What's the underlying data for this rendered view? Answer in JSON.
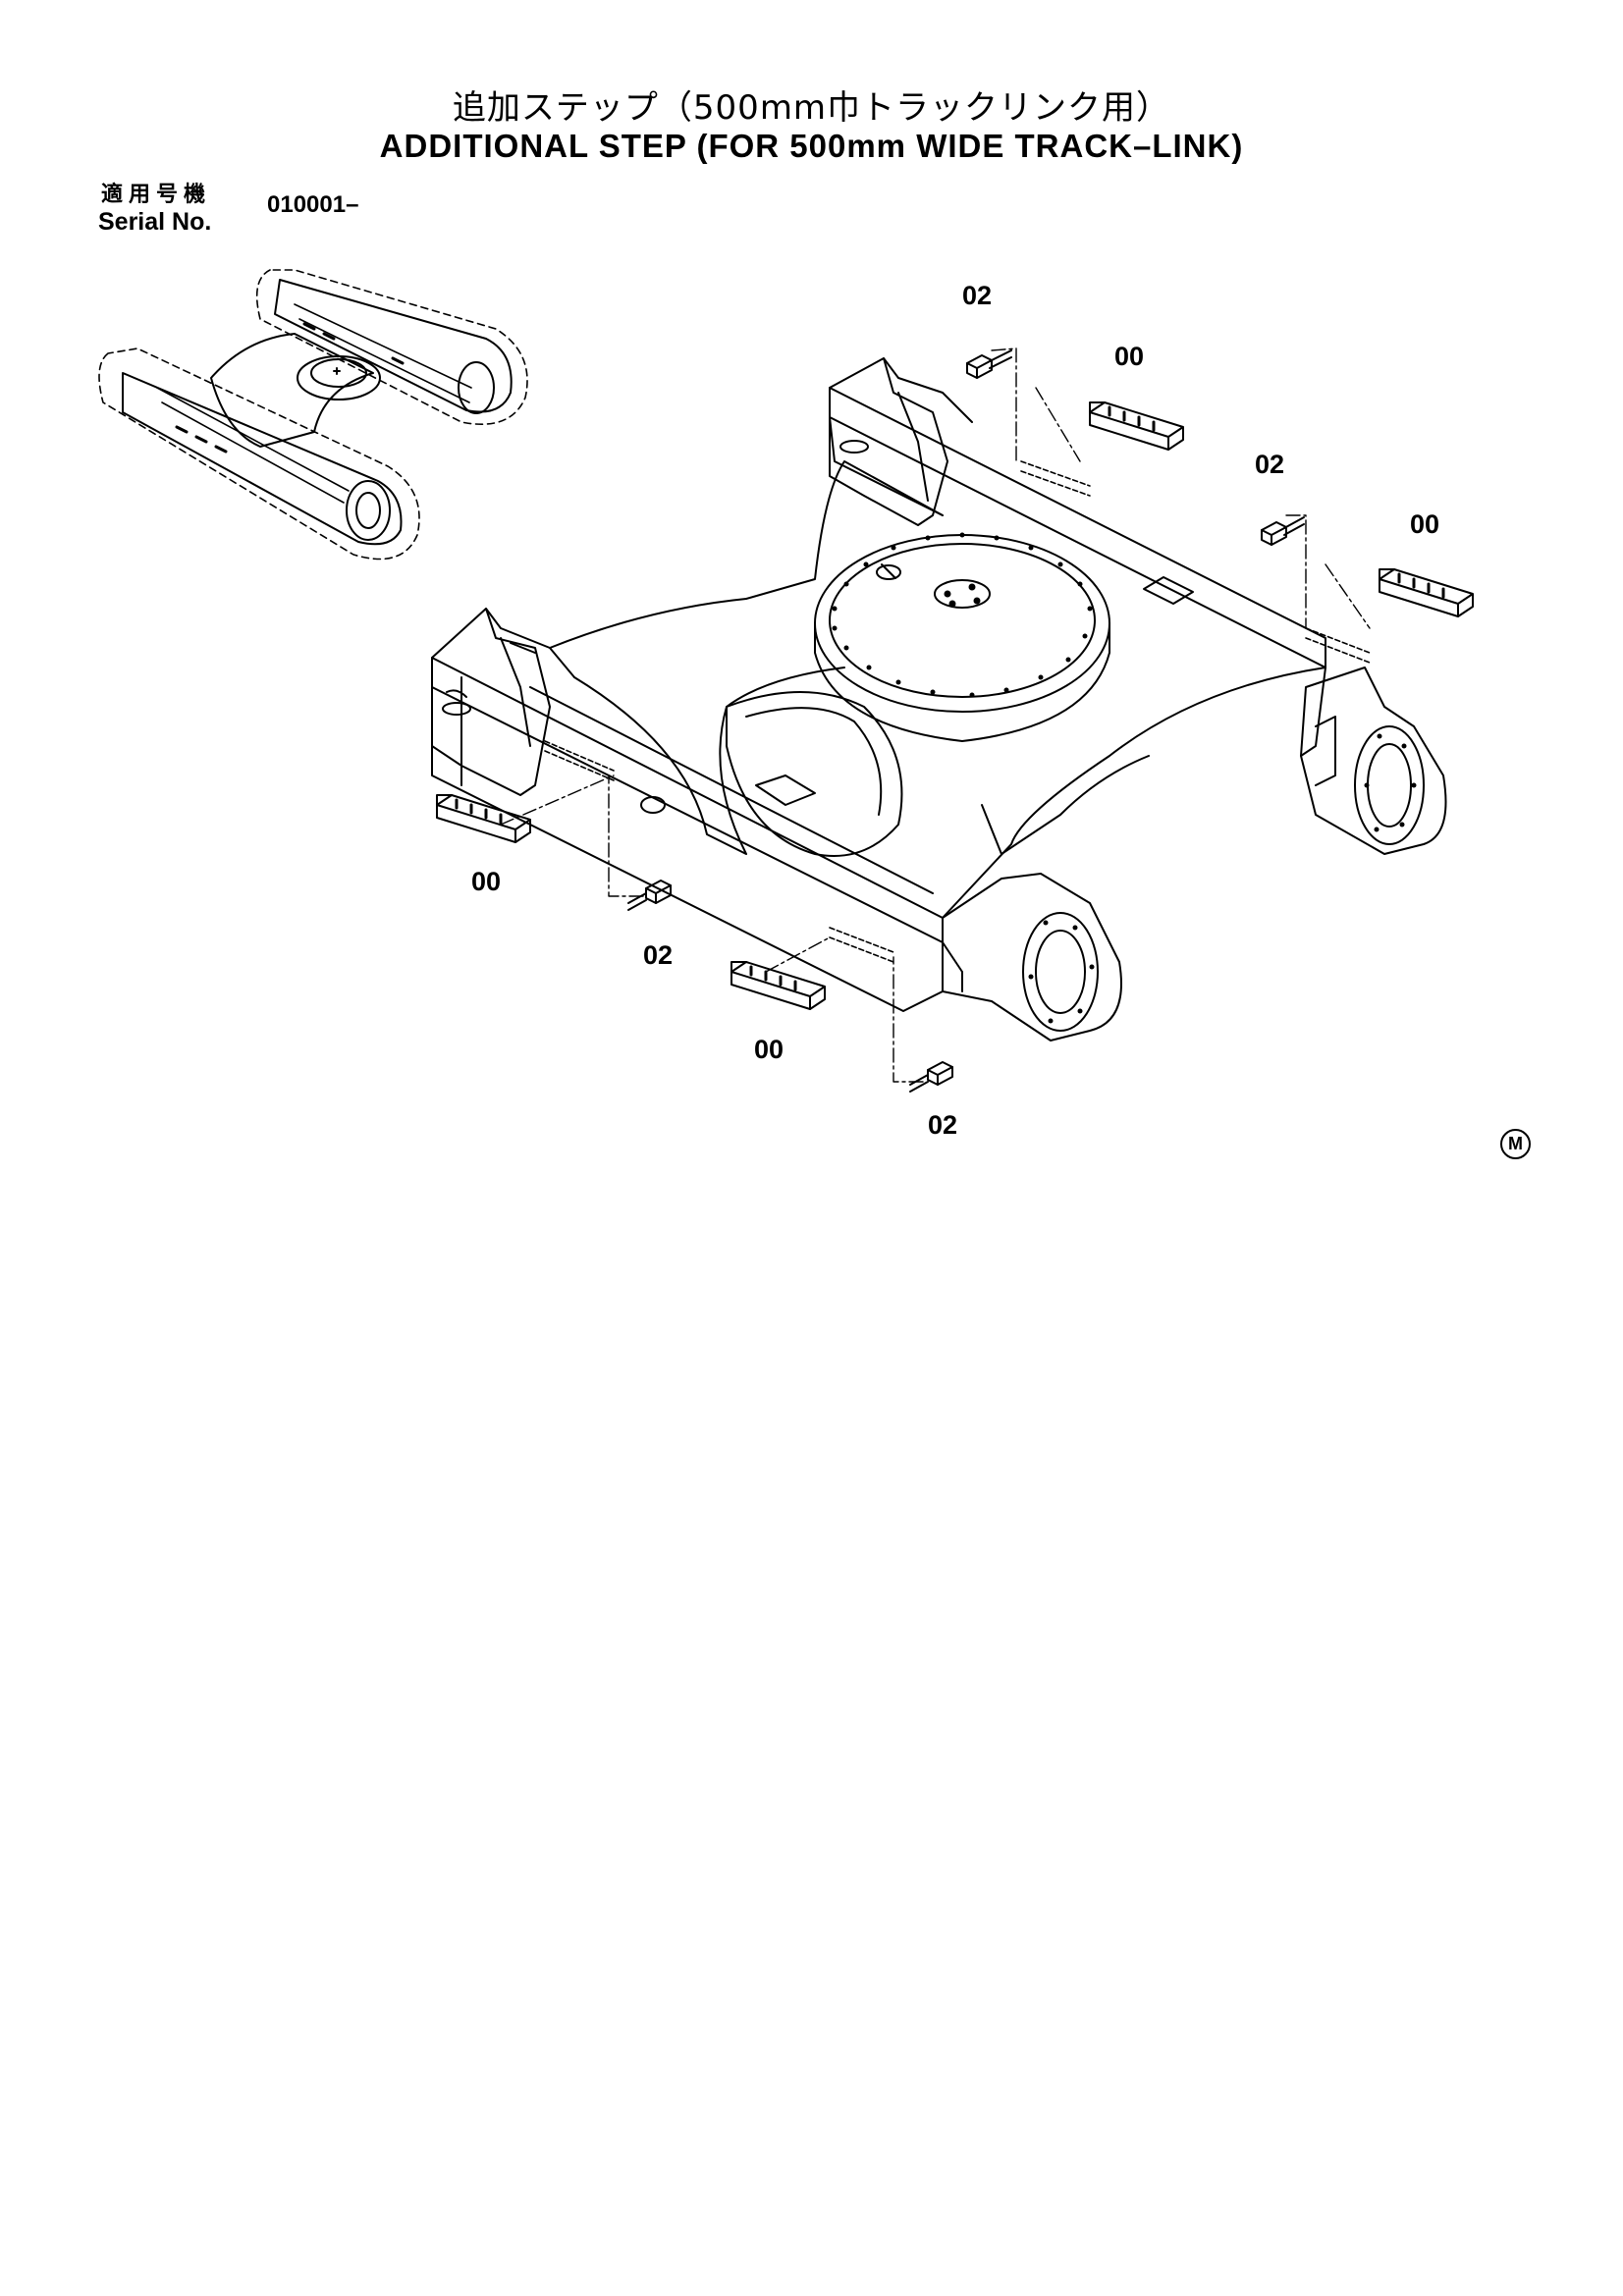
{
  "header": {
    "title_jp": "追加ステップ（500mm巾トラックリンク用）",
    "title_en": "ADDITIONAL STEP (FOR 500mm WIDE TRACK–LINK)",
    "serial_label_jp": "適用号機",
    "serial_label_en": "Serial No.",
    "serial_value": "010001–"
  },
  "callouts": {
    "bolt_top": "02",
    "step_top": "00",
    "bolt_right": "02",
    "step_right": "00",
    "step_left": "00",
    "bolt_left": "02",
    "step_front": "00",
    "bolt_front": "02"
  },
  "mark": "M"
}
